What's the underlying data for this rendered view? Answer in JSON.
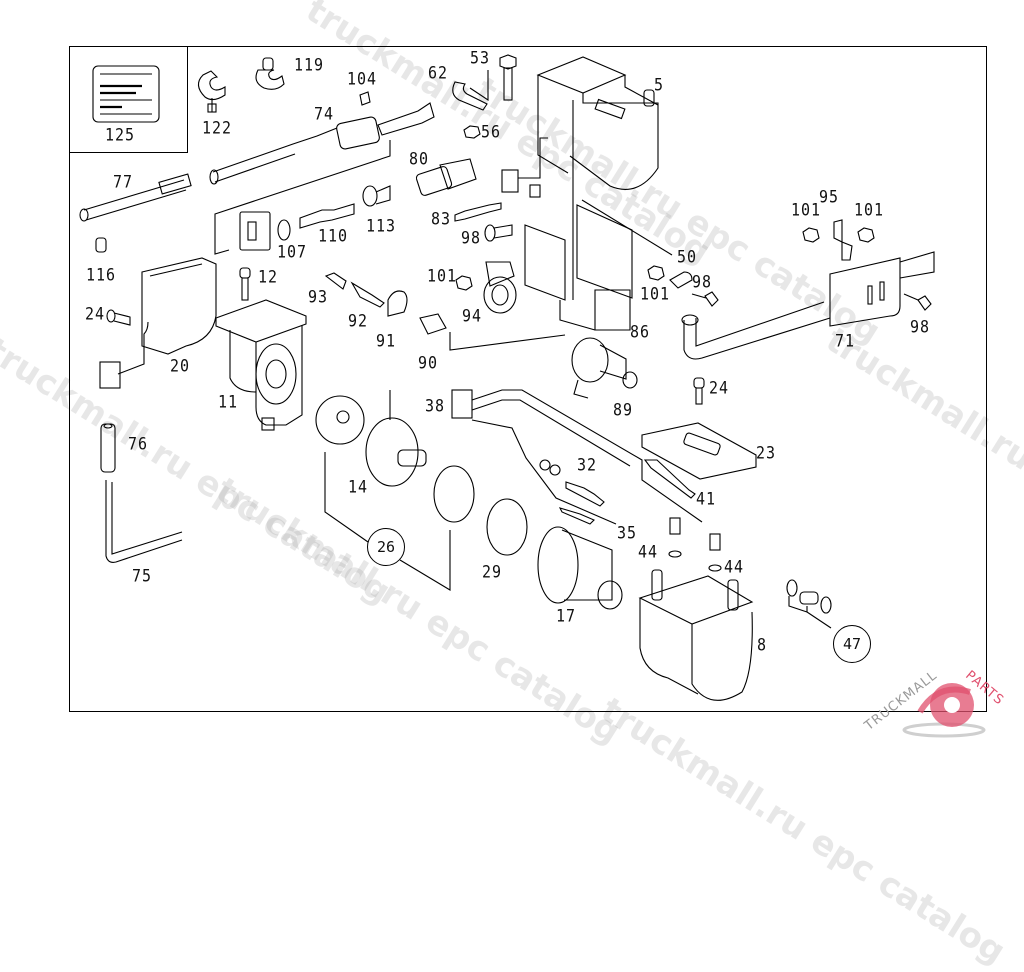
{
  "diagram": {
    "type": "exploded parts diagram",
    "legend_box_label": "125",
    "part_labels": [
      {
        "id": "l-125",
        "text": "125"
      },
      {
        "id": "l-122",
        "text": "122"
      },
      {
        "id": "l-119",
        "text": "119"
      },
      {
        "id": "l-104",
        "text": "104"
      },
      {
        "id": "l-74",
        "text": "74"
      },
      {
        "id": "l-62",
        "text": "62"
      },
      {
        "id": "l-53",
        "text": "53"
      },
      {
        "id": "l-56",
        "text": "56"
      },
      {
        "id": "l-5",
        "text": "5"
      },
      {
        "id": "l-80",
        "text": "80"
      },
      {
        "id": "l-77",
        "text": "77"
      },
      {
        "id": "l-83",
        "text": "83"
      },
      {
        "id": "l-98a",
        "text": "98"
      },
      {
        "id": "l-107",
        "text": "107"
      },
      {
        "id": "l-110",
        "text": "110"
      },
      {
        "id": "l-113",
        "text": "113"
      },
      {
        "id": "l-116",
        "text": "116"
      },
      {
        "id": "l-12",
        "text": "12"
      },
      {
        "id": "l-24a",
        "text": "24"
      },
      {
        "id": "l-20",
        "text": "20"
      },
      {
        "id": "l-11",
        "text": "11"
      },
      {
        "id": "l-93",
        "text": "93"
      },
      {
        "id": "l-92",
        "text": "92"
      },
      {
        "id": "l-91",
        "text": "91"
      },
      {
        "id": "l-90",
        "text": "90"
      },
      {
        "id": "l-101a",
        "text": "101"
      },
      {
        "id": "l-94",
        "text": "94"
      },
      {
        "id": "l-86",
        "text": "86"
      },
      {
        "id": "l-50",
        "text": "50"
      },
      {
        "id": "l-101b",
        "text": "101"
      },
      {
        "id": "l-98b",
        "text": "98"
      },
      {
        "id": "l-101c",
        "text": "101"
      },
      {
        "id": "l-95",
        "text": "95"
      },
      {
        "id": "l-101d",
        "text": "101"
      },
      {
        "id": "l-71",
        "text": "71"
      },
      {
        "id": "l-98c",
        "text": "98"
      },
      {
        "id": "l-89",
        "text": "89"
      },
      {
        "id": "l-24b",
        "text": "24"
      },
      {
        "id": "l-38",
        "text": "38"
      },
      {
        "id": "l-23",
        "text": "23"
      },
      {
        "id": "l-41",
        "text": "41"
      },
      {
        "id": "l-32",
        "text": "32"
      },
      {
        "id": "l-35",
        "text": "35"
      },
      {
        "id": "l-44a",
        "text": "44"
      },
      {
        "id": "l-44b",
        "text": "44"
      },
      {
        "id": "l-76",
        "text": "76"
      },
      {
        "id": "l-75",
        "text": "75"
      },
      {
        "id": "l-14",
        "text": "14"
      },
      {
        "id": "l-29",
        "text": "29"
      },
      {
        "id": "l-17",
        "text": "17"
      },
      {
        "id": "l-8",
        "text": "8"
      }
    ],
    "callouts": [
      {
        "id": "c-26",
        "text": "26"
      },
      {
        "id": "c-47",
        "text": "47"
      }
    ]
  },
  "watermarks": {
    "text": "truckmall.ru epc catalog",
    "brand_left": "TRUCKMALL",
    "brand_right": "PARTS",
    "brand_color": "#e0506e"
  }
}
